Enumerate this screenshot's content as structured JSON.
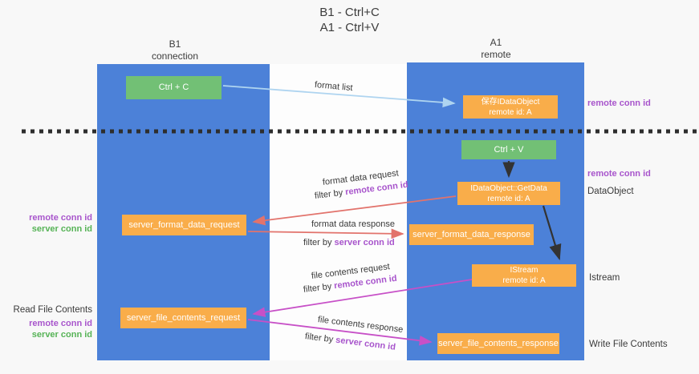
{
  "title": {
    "line1": "B1 - Ctrl+C",
    "line2": "A1 - Ctrl+V"
  },
  "columns": {
    "left": {
      "header_line1": "B1",
      "header_line2": "connection"
    },
    "right": {
      "header_line1": "A1",
      "header_line2": "remote"
    }
  },
  "nodes": {
    "ctrl_c": {
      "label": "Ctrl + C"
    },
    "save_idataobject": {
      "line1": "保存IDataObject",
      "line2": "remote id: A"
    },
    "ctrl_v": {
      "label": "Ctrl + V"
    },
    "getdata": {
      "line1": "IDataObject::GetData",
      "line2": "remote id: A"
    },
    "format_request": {
      "label": "server_format_data_request"
    },
    "format_response": {
      "label": "server_format_data_response"
    },
    "istream": {
      "line1": "IStream",
      "line2": "remote id: A"
    },
    "file_request": {
      "label": "server_file_contents_request"
    },
    "file_response": {
      "label": "server_file_contents_response"
    }
  },
  "edge_labels": {
    "format_list": "format list",
    "format_data_request": "format data request",
    "format_data_response": "format data response",
    "file_contents_request": "file contents request",
    "file_contents_response": "file contents response",
    "filter_by": "filter by",
    "remote_conn_id": "remote conn id",
    "server_conn_id": "server conn id"
  },
  "side_labels": {
    "right_top_remote": "remote conn id",
    "right_mid_remote": "remote conn id",
    "dataobject": "DataObject",
    "istream": "Istream",
    "write_file_contents": "Write File Contents",
    "read_file_contents": "Read File Contents",
    "left_mid_remote": "remote conn id",
    "left_mid_server": "server conn id",
    "left_bottom_remote": "remote conn id",
    "left_bottom_server": "server conn id"
  },
  "colors": {
    "column_blue": "#4c81d8",
    "box_green": "#72c075",
    "box_orange": "#f9ad4a",
    "arrow_blue": "#aed4f0",
    "arrow_black": "#333333",
    "arrow_salmon": "#e2736c",
    "arrow_magenta": "#c750c7",
    "text_purple": "#a855cc",
    "text_green": "#56b356"
  }
}
